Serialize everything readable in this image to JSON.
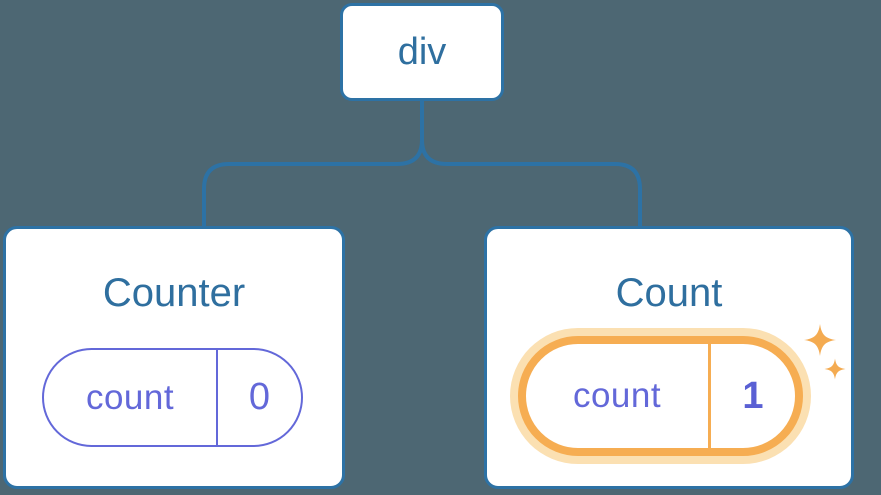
{
  "diagram": {
    "kind": "react-render-tree",
    "root": {
      "label": "div"
    },
    "children": [
      {
        "title": "Counter",
        "state": {
          "key": "count",
          "value": "0"
        },
        "highlighted": false
      },
      {
        "title": "Count",
        "state": {
          "key": "count",
          "value": "1"
        },
        "highlighted": true
      }
    ]
  },
  "icons": {
    "sparkles": "✦✦ two four-point stars"
  },
  "colors": {
    "background": "#4d6773",
    "connector_blue": "#2d72a5",
    "text_blue": "#2f6f9f",
    "state_purple": "#6368d9",
    "highlight_orange": "#f6ad52",
    "highlight_glow": "#fbe0b2",
    "card_background": "#ffffff"
  }
}
